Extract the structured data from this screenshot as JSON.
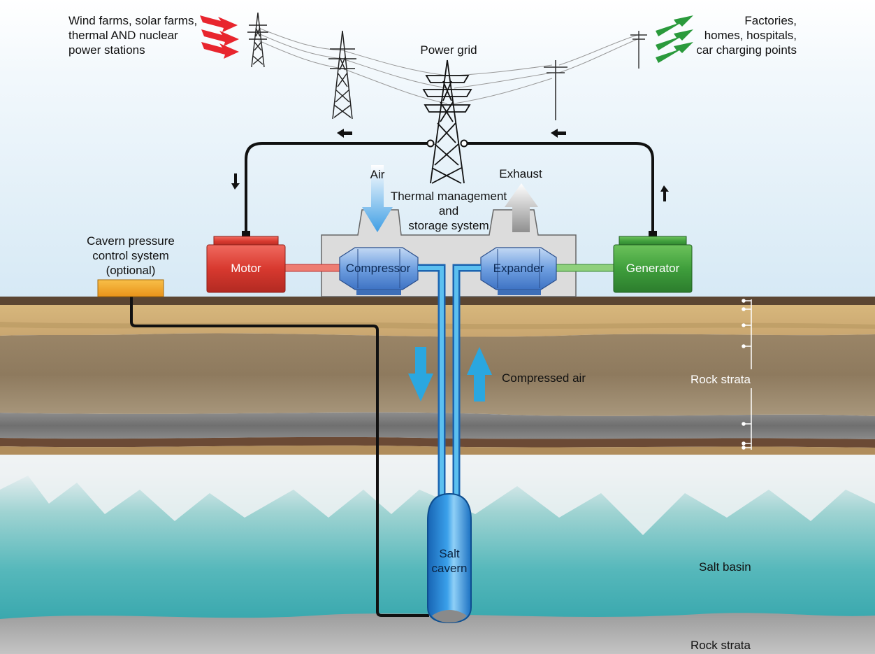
{
  "sources": {
    "label": "Wind farms, solar farms,\nthermal AND nuclear\npower stations",
    "arrow_color": "#e8252e"
  },
  "consumers": {
    "label": "Factories,\nhomes, hospitals,\ncar charging points",
    "arrow_color": "#2a9a3c"
  },
  "grid": {
    "label": "Power grid"
  },
  "air": {
    "label": "Air"
  },
  "exhaust": {
    "label": "Exhaust"
  },
  "thermal": {
    "label": "Thermal management\nand\nstorage system"
  },
  "motor": {
    "label": "Motor",
    "color": "#e0413a"
  },
  "compressor": {
    "label": "Compressor",
    "color": "#5e8fd6"
  },
  "expander": {
    "label": "Expander",
    "color": "#5e8fd6"
  },
  "generator": {
    "label": "Generator",
    "color": "#3f9f3c"
  },
  "pressure_control": {
    "label": "Cavern pressure\ncontrol system\n(optional)",
    "color": "#f2a21e"
  },
  "compressed_air": {
    "label": "Compressed air",
    "arrow_color": "#2aa7e0"
  },
  "rock_strata_upper": {
    "label": "Rock strata"
  },
  "salt_cavern": {
    "label": "Salt\ncavern",
    "color": "#1e7fd0"
  },
  "salt_basin": {
    "label": "Salt basin"
  },
  "rock_strata_lower": {
    "label": "Rock strata"
  }
}
